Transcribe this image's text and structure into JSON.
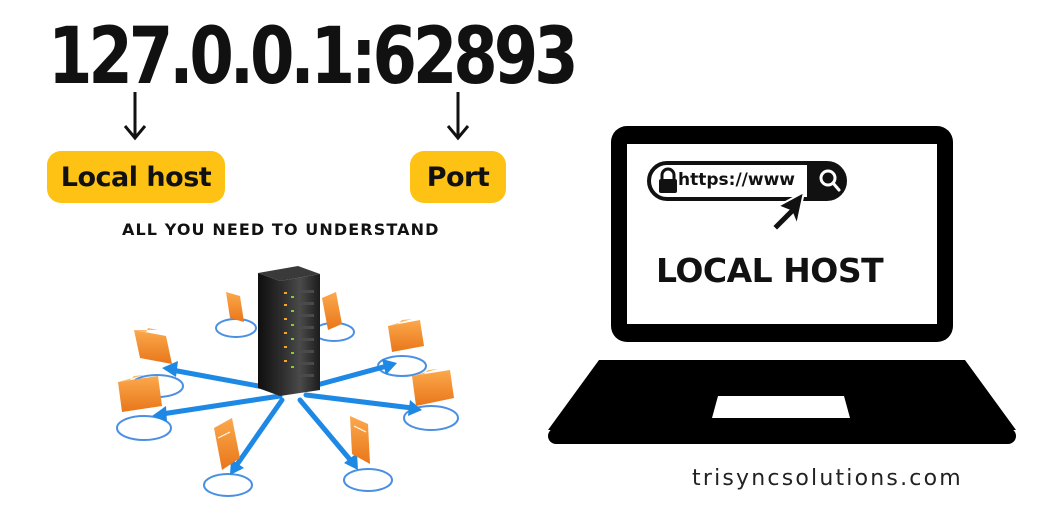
{
  "title": "127.0.0.1:62893",
  "labels": {
    "local_host": "Local host",
    "port": "Port"
  },
  "subtitle": "ALL YOU NEED TO UNDERSTAND",
  "browser": {
    "url_text": "https://www",
    "heading": "LOCAL HOST"
  },
  "website": "trisyncsolutions.com",
  "colors": {
    "accent": "#fdc214",
    "text": "#111111",
    "folder": "#f58a1f",
    "arrow": "#1e88e5",
    "ring": "#4a90e2",
    "laptop": "#000000"
  },
  "icons": {
    "lock": "lock-icon",
    "search": "magnifier-icon",
    "cursor": "mouse-pointer-icon",
    "server": "server-rack-icon",
    "folder": "folder-icon"
  }
}
